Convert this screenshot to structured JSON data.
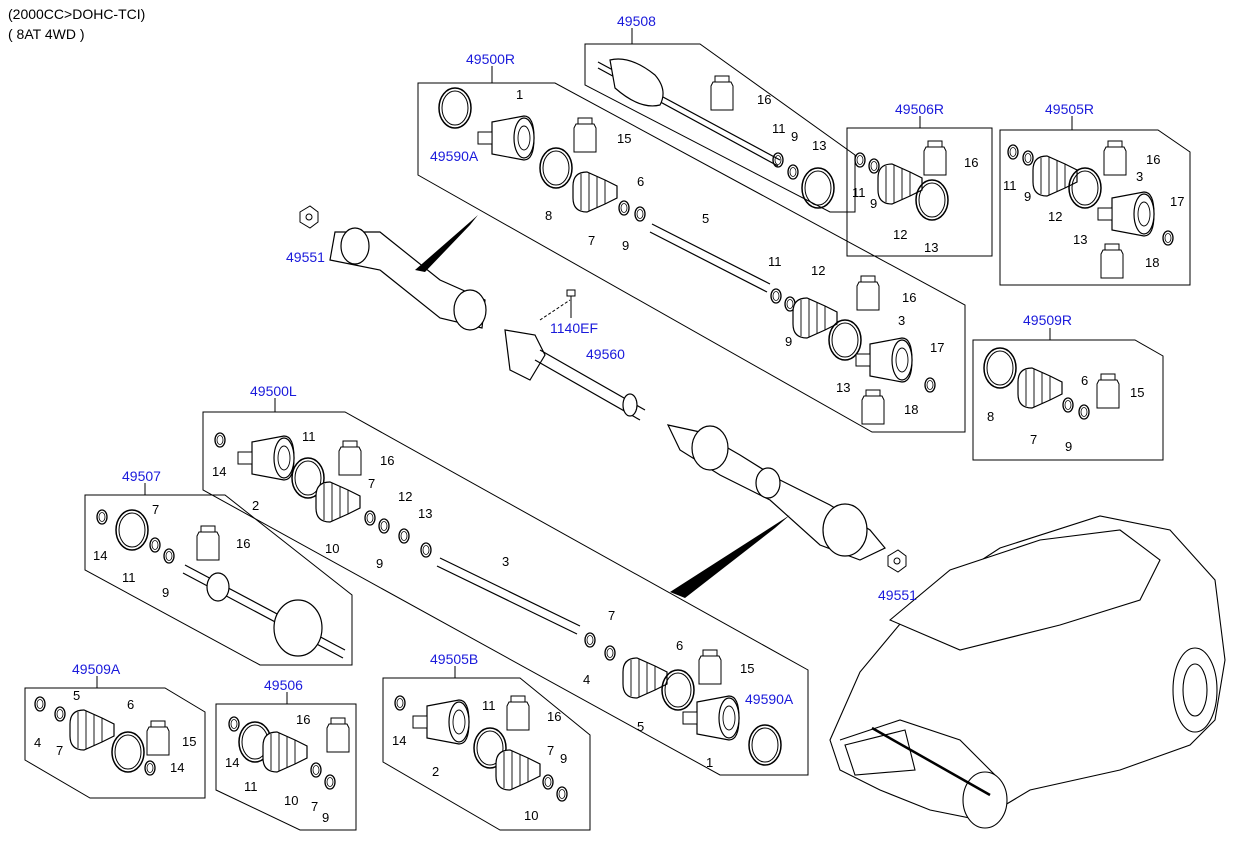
{
  "header": {
    "line1": "(2000CC>DOHC-TCI)",
    "line2": "( 8AT 4WD )"
  },
  "codes": {
    "c49508": "49508",
    "c49500R": "49500R",
    "c49506R": "49506R",
    "c49505R": "49505R",
    "c49590A_top": "49590A",
    "c49551_top": "49551",
    "c1140EF": "1140EF",
    "c49560": "49560",
    "c49509R": "49509R",
    "c49500L": "49500L",
    "c49507": "49507",
    "c49551_bot": "49551",
    "c49509A": "49509A",
    "c49506": "49506",
    "c49505B": "49505B",
    "c49590A_bot": "49590A"
  },
  "colors": {
    "label_blue": "#1a1adb",
    "line": "#000000",
    "background": "#ffffff"
  }
}
